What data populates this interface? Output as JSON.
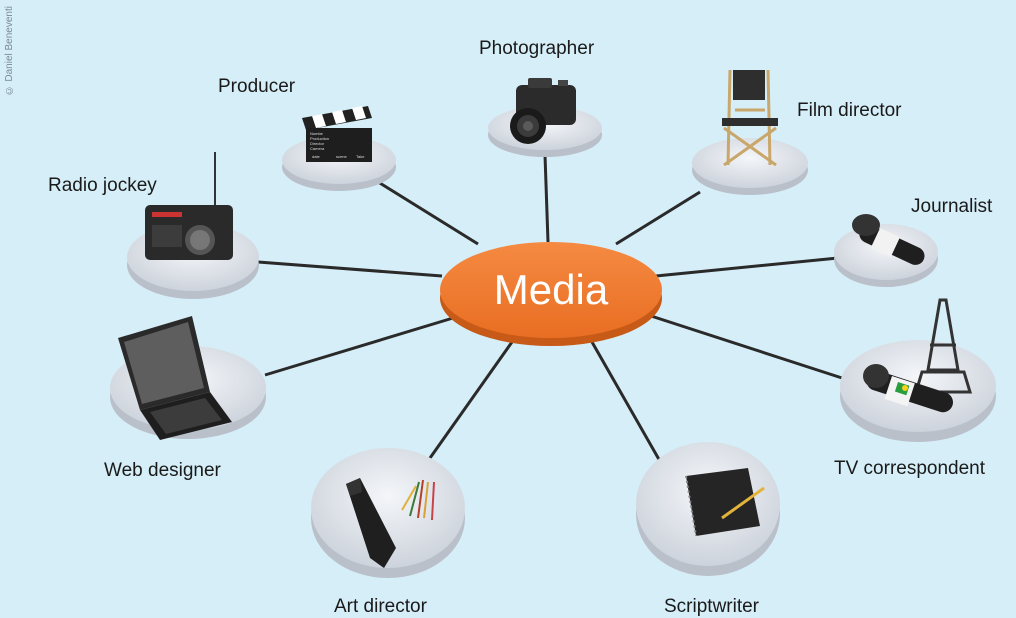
{
  "copyright": "© Daniel Beneventi",
  "center": {
    "label": "Media"
  },
  "nodes": {
    "photographer": {
      "label": "Photographer",
      "icon": "camera-icon"
    },
    "producer": {
      "label": "Producer",
      "icon": "clapperboard-icon"
    },
    "film_director": {
      "label": "Film director",
      "icon": "directors-chair-icon"
    },
    "radio_jockey": {
      "label": "Radio jockey",
      "icon": "radio-icon"
    },
    "journalist": {
      "label": "Journalist",
      "icon": "microphone-icon"
    },
    "web_designer": {
      "label": "Web designer",
      "icon": "laptop-icon"
    },
    "tv_correspondent": {
      "label": "TV correspondent",
      "icon": "eiffel-tower-microphone-icon"
    },
    "art_director": {
      "label": "Art director",
      "icon": "tie-and-pencils-icon"
    },
    "scriptwriter": {
      "label": "Scriptwriter",
      "icon": "notebook-and-pencil-icon"
    }
  },
  "clapperboard": {
    "line1": "Numbe",
    "line2": "Production",
    "line3": "Director",
    "line4": "Camera",
    "f1": "date",
    "f2": "scene",
    "f3": "Take"
  },
  "colors": {
    "background": "#d6eef8",
    "hub": "#f07e35",
    "platform": "#e4e8ee",
    "connector": "#2a2a2a"
  }
}
